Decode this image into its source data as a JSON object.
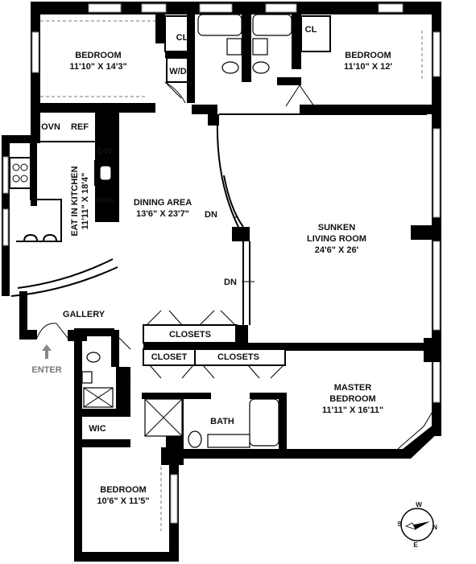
{
  "rooms": {
    "bedroom1": {
      "name": "BEDROOM",
      "size": "11'10\" X 14'3\""
    },
    "bedroom2": {
      "name": "BEDROOM",
      "size": "11'10\" X 12'"
    },
    "cl1": "CL",
    "cl2": "CL",
    "wd": "W/D",
    "ovn": "OVN",
    "ref": "REF",
    "dw": "DW",
    "wine": "WINE",
    "kitchen": {
      "name": "EAT IN KITCHEN",
      "size": "11'11\" X 18'4\""
    },
    "dining": {
      "name": "DINING AREA",
      "size": "13'6\" X 23'7\""
    },
    "living": {
      "name1": "SUNKEN",
      "name2": "LIVING ROOM",
      "size": "24'6\" X 26'"
    },
    "dn1": "DN",
    "dn2": "DN",
    "gallery": "GALLERY",
    "enter": "ENTER",
    "closets1": "CLOSETS",
    "closet": "CLOSET",
    "closets2": "CLOSETS",
    "master": {
      "name1": "MASTER",
      "name2": "BEDROOM",
      "size": "11'11\" X 16'11\""
    },
    "bath": "BATH",
    "wic": "WIC",
    "bedroom3": {
      "name": "BEDROOM",
      "size": "10'6\" X 11'5\""
    }
  },
  "compass": {
    "n": "N",
    "s": "S",
    "e": "E",
    "w": "W"
  }
}
